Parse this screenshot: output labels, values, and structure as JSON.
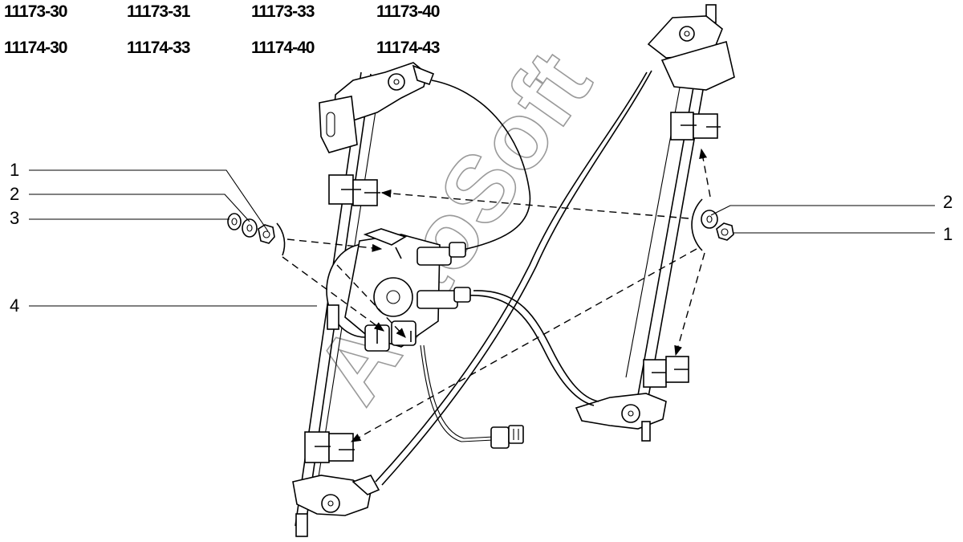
{
  "model_codes": {
    "row1": [
      "11173-30",
      "11173-31",
      "11173-33",
      "11173-40"
    ],
    "row2": [
      "11174-30",
      "11174-33",
      "11174-40",
      "11174-43"
    ]
  },
  "callouts_left": [
    "1",
    "2",
    "3",
    "4"
  ],
  "callouts_right": [
    "2",
    "1"
  ],
  "watermark": "AutoSoft",
  "icons": {
    "nut": "hex-nut-icon",
    "washer": "washer-icon",
    "motor": "electric-motor-icon",
    "connector": "electrical-connector-icon"
  }
}
